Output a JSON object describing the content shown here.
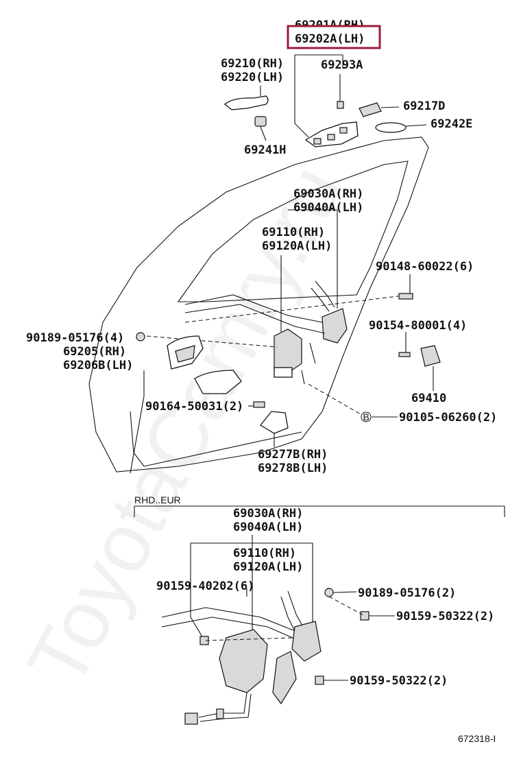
{
  "labels": {
    "p69201A": "69201A(RH)",
    "p69202A": "69202A(LH)",
    "p69210": "69210(RH)",
    "p69220": "69220(LH)",
    "p69293A": "69293A",
    "p69217D": "69217D",
    "p69242E": "69242E",
    "p69241H": "69241H",
    "p69030A": "69030A(RH)",
    "p69040A": "69040A(LH)",
    "p69110": "69110(RH)",
    "p69120A": "69120A(LH)",
    "p90148": "90148-60022(6)",
    "p90154": "90154-80001(4)",
    "p90189": "90189-05176(4)",
    "p69205": "69205(RH)",
    "p69206B": "69206B(LH)",
    "p69410": "69410",
    "p90164": "90164-50031(2)",
    "p90105": "90105-06260(2)",
    "p69277B": "69277B(RH)",
    "p69278B": "69278B(LH)",
    "rhd_eur": "RHD..EUR",
    "b2_69030A": "69030A(RH)",
    "b2_69040A": "69040A(LH)",
    "b2_69110": "69110(RH)",
    "b2_69120A": "69120A(LH)",
    "b2_90159_40202": "90159-40202(6)",
    "b2_90189": "90189-05176(2)",
    "b2_90159_50322a": "90159-50322(2)",
    "b2_90159_50322b": "90159-50322(2)",
    "b_marker": "B",
    "fig_number": "672318-I"
  },
  "watermark": "ToyotaCamry.ru",
  "colors": {
    "highlight_box": "#9b1b3a",
    "line": "#111111",
    "part_fill": "#d9d9d9"
  }
}
